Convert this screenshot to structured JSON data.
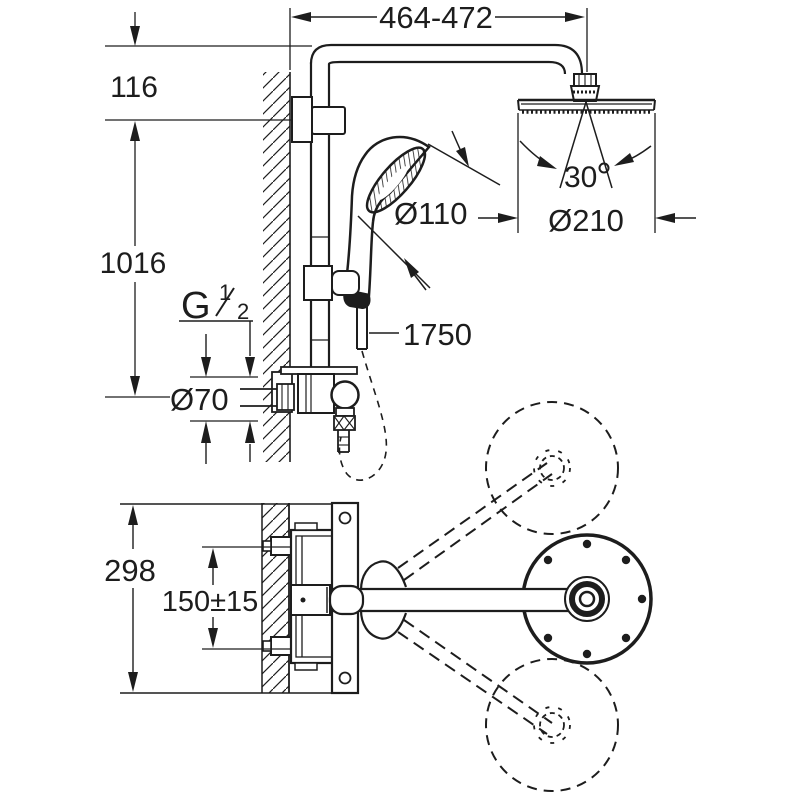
{
  "drawing": {
    "type": "technical-installation-drawing",
    "subject": "shower-system-with-head-and-hand-shower",
    "colors": {
      "line": "#1d1d1d",
      "background": "#ffffff"
    },
    "dimensions": {
      "width_range": "464-472",
      "top_offset": "116",
      "column_height": "1016",
      "thread": {
        "letter": "G",
        "numerator": "1",
        "denominator": "2"
      },
      "supply_escutcheon_diameter": "Ø70",
      "hand_shower_diameter": "Ø110",
      "hose_length": "1750",
      "head_tilt_angle": "30",
      "head_tilt_angle_unit": "°",
      "head_shower_diameter": "Ø210",
      "bracket_height": "298",
      "fastening_distance": "150±15"
    }
  }
}
